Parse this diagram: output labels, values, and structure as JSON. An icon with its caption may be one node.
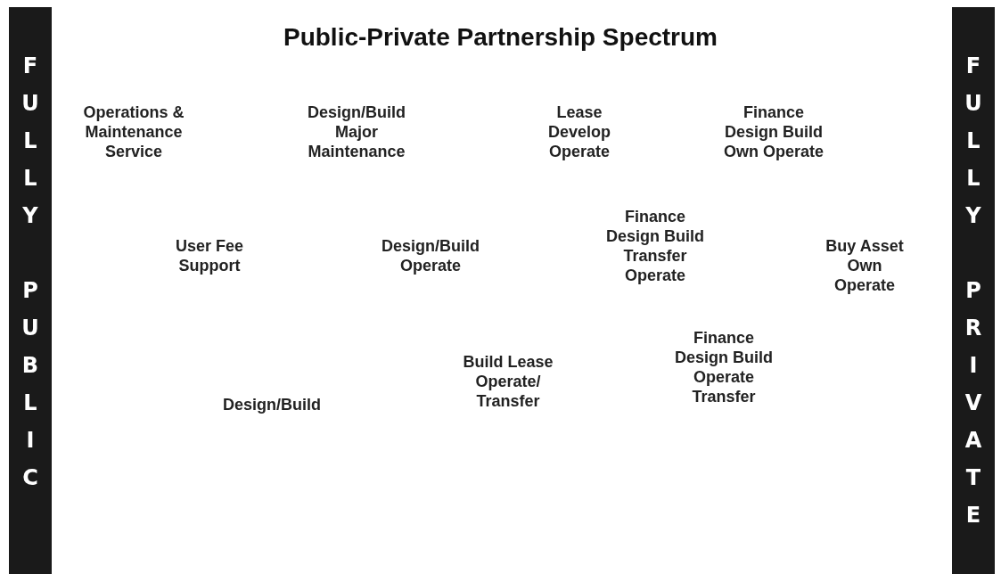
{
  "diagram": {
    "title": "Public-Private Partnership Spectrum",
    "nodes": [
      {
        "text": [
          "FULLY PUBLIC"
        ]
      },
      {
        "text": [
          "FULLY PRIVATE"
        ]
      }
    ],
    "labels": [
      "Operations & Maintenance Service",
      "Design/Build Major Maintenance",
      "Lease Develop Operate",
      "Finance Design Build Own Operate",
      "Finance Design Build Transfer Operate",
      "User Fee Support",
      "Design/Build Operate",
      "Buy Asset Own Operate",
      "Build Lease Operate/ Transfer",
      "Finance Design Build Operate Transfer",
      "Design/Build"
    ]
  }
}
